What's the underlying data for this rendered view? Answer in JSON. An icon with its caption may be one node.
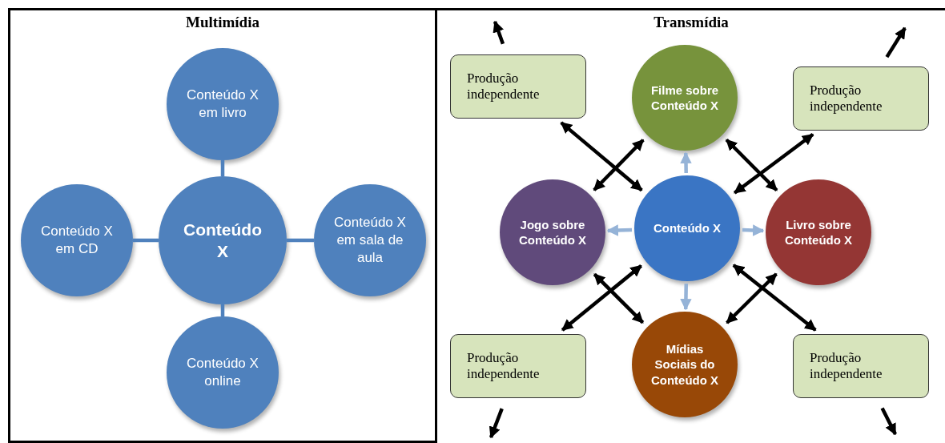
{
  "diagram": {
    "nodes": [
      {
        "text": [
          "Multimídia"
        ]
      },
      {
        "text": [
          "Conteúdo X"
        ],
        "in": 0
      },
      {
        "text": [
          "Conteúdo X em livro"
        ],
        "in": 0
      },
      {
        "text": [
          "Conteúdo X em CD"
        ],
        "in": 0
      },
      {
        "text": [
          "Conteúdo X em sala de aula"
        ],
        "in": 0
      },
      {
        "text": [
          "Conteúdo X online"
        ],
        "in": 0
      },
      {
        "text": [
          "Transmídia"
        ]
      },
      {
        "text": [
          "Produção independente"
        ],
        "in": 6
      },
      {
        "text": [
          "Filme sobre Conteúdo X"
        ],
        "in": 6
      },
      {
        "text": [
          "Produção independente"
        ],
        "in": 6
      },
      {
        "text": [
          "Jogo sobre Conteúdo X"
        ],
        "in": 6
      },
      {
        "text": [
          "Conteúdo X"
        ],
        "in": 6
      },
      {
        "text": [
          "Livro sobre Conteúdo X"
        ],
        "in": 6
      },
      {
        "text": [
          "Produção independente"
        ],
        "in": 6
      },
      {
        "text": [
          "Mídias Sociais do Conteúdo X"
        ],
        "in": 6
      },
      {
        "text": [
          "Produção independente"
        ],
        "in": 6
      }
    ],
    "edges": [
      {
        "from": 1,
        "to": 2,
        "arrow": "none",
        "color": "#4f81bd"
      },
      {
        "from": 1,
        "to": 3,
        "arrow": "none",
        "color": "#4f81bd"
      },
      {
        "from": 1,
        "to": 4,
        "arrow": "none",
        "color": "#4f81bd"
      },
      {
        "from": 1,
        "to": 5,
        "arrow": "none",
        "color": "#4f81bd"
      },
      {
        "from": 11,
        "to": 8,
        "arrow": "to",
        "color": "#95b3d7"
      },
      {
        "from": 11,
        "to": 10,
        "arrow": "to",
        "color": "#95b3d7"
      },
      {
        "from": 11,
        "to": 12,
        "arrow": "to",
        "color": "#95b3d7"
      },
      {
        "from": 11,
        "to": 14,
        "arrow": "to",
        "color": "#95b3d7"
      },
      {
        "from": 7,
        "to": 11,
        "arrow": "both"
      },
      {
        "from": 8,
        "to": 10,
        "arrow": "both"
      },
      {
        "from": 9,
        "to": 11,
        "arrow": "both"
      },
      {
        "from": 8,
        "to": 12,
        "arrow": "both"
      },
      {
        "from": 13,
        "to": 11,
        "arrow": "both"
      },
      {
        "from": 10,
        "to": 14,
        "arrow": "both"
      },
      {
        "from": 15,
        "to": 11,
        "arrow": "both"
      },
      {
        "from": 12,
        "to": 14,
        "arrow": "both"
      },
      {
        "from": 7,
        "to": null,
        "arrow": "to"
      },
      {
        "from": 9,
        "to": null,
        "arrow": "to"
      },
      {
        "from": 13,
        "to": null,
        "arrow": "to"
      },
      {
        "from": 15,
        "to": null,
        "arrow": "to"
      }
    ]
  }
}
